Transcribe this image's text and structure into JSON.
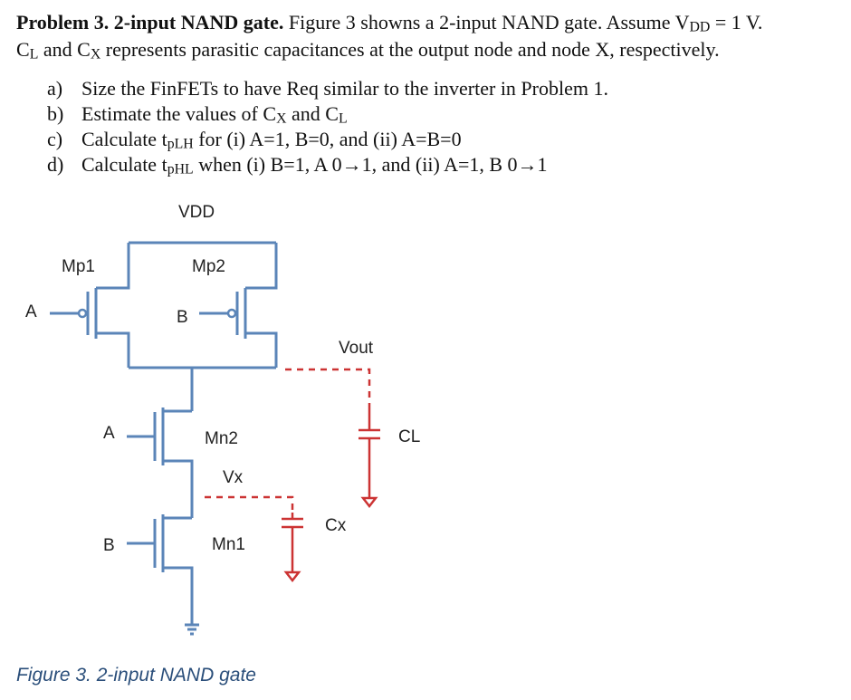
{
  "problem": {
    "heading": "Problem 3. 2-input NAND gate.",
    "intro_1": " Figure 3 showns a 2-input NAND gate. Assume V",
    "vdd_sub": "DD",
    "intro_2": " = 1 V.",
    "cl_c": "C",
    "cl_sub": "L",
    "mid_and": " and C",
    "cx_sub": "X",
    "intro_3": " represents parasitic capacitances at the output node and node X, respectively."
  },
  "tasks": [
    {
      "marker": "a)",
      "text": "Size the FinFETs to have Req similar to the inverter in Problem 1."
    },
    {
      "marker": "b)",
      "text_1": "Estimate the values of C",
      "sub_1": "X",
      "text_2": " and C",
      "sub_2": "L"
    },
    {
      "marker": "c)",
      "text_1": "Calculate t",
      "sub_1": "pLH",
      "text_2": " for (i) A=1, B=0, and (ii) A=B=0"
    },
    {
      "marker": "d)",
      "text_1": "Calculate t",
      "sub_1": "pHL",
      "text_2": " when (i) B=1, A 0→1, and (ii) A=1, B 0→1"
    }
  ],
  "circuit": {
    "vdd": "VDD",
    "mp1": "Mp1",
    "mp2": "Mp2",
    "input_a_top": "A",
    "input_b_top": "B",
    "vout": "Vout",
    "input_a_bottom": "A",
    "mn2": "Mn2",
    "vx": "Vx",
    "input_b_bottom": "B",
    "mn1": "Mn1",
    "cl": "CL",
    "cx": "Cx",
    "wire_color": "#5b85b8",
    "parasitic_color": "#cc3333"
  },
  "caption": "Figure 3. 2-input NAND gate"
}
